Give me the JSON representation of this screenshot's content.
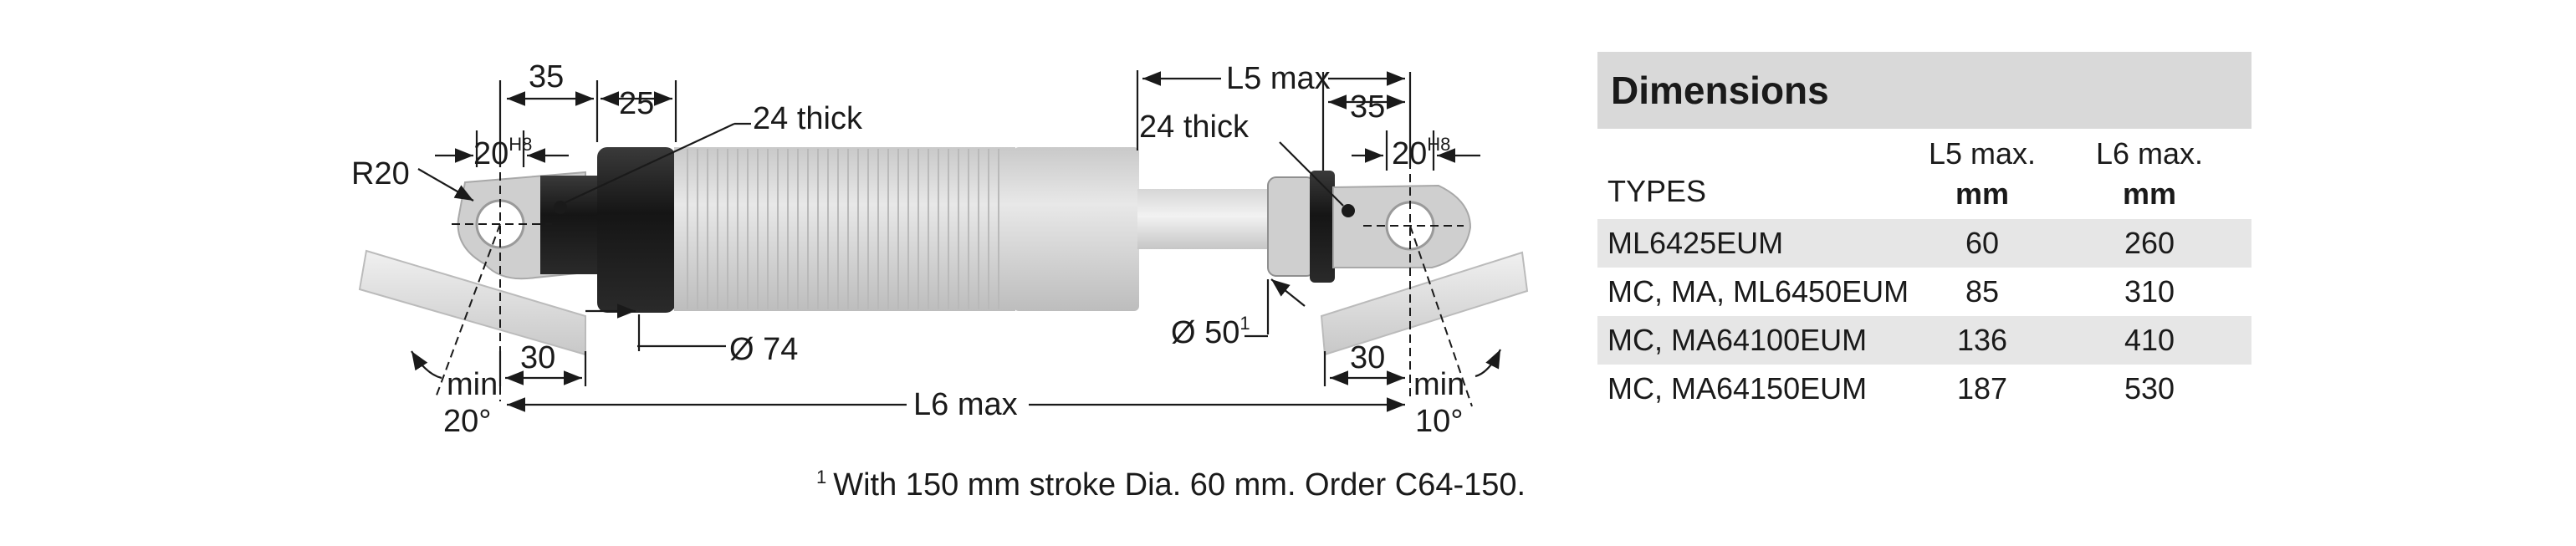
{
  "labels": {
    "left_pin_spacing": "35",
    "left_collar_width": "25",
    "left_thickness": "24 thick",
    "radius": "R20",
    "left_hole": "20",
    "left_hole_tol": "H8",
    "body_diameter": "Ø 74",
    "left_offset": "30",
    "left_min": "min",
    "left_angle": "20°",
    "l6": "L6 max",
    "l5": "L5 max",
    "right_thickness": "24 thick",
    "right_pin_spacing": "35",
    "right_hole": "20",
    "right_hole_tol": "H8",
    "rod_diameter": "Ø 50",
    "rod_diameter_note": "1",
    "right_offset": "30",
    "right_min": "min",
    "right_angle": "10°"
  },
  "footnote": {
    "marker": "1",
    "text": "With 150 mm stroke Dia. 60 mm. Order C64-150."
  },
  "table": {
    "title": "Dimensions",
    "header_types": "TYPES",
    "header_l5": "L5 max.",
    "header_l6": "L6 max.",
    "unit_l5": "mm",
    "unit_l6": "mm",
    "rows": [
      {
        "type": "ML6425EUM",
        "l5": "60",
        "l6": "260"
      },
      {
        "type": "MC, MA, ML6450EUM",
        "l5": "85",
        "l6": "310"
      },
      {
        "type": "MC, MA64100EUM",
        "l5": "136",
        "l6": "410"
      },
      {
        "type": "MC, MA64150EUM",
        "l5": "187",
        "l6": "530"
      }
    ]
  },
  "colors": {
    "background": "#ffffff",
    "body_gray": "#d4d4d4",
    "dark_part": "#1c1c1c",
    "table_title_bg": "#d9d9d9",
    "table_row_shade": "#e6e6e6"
  }
}
